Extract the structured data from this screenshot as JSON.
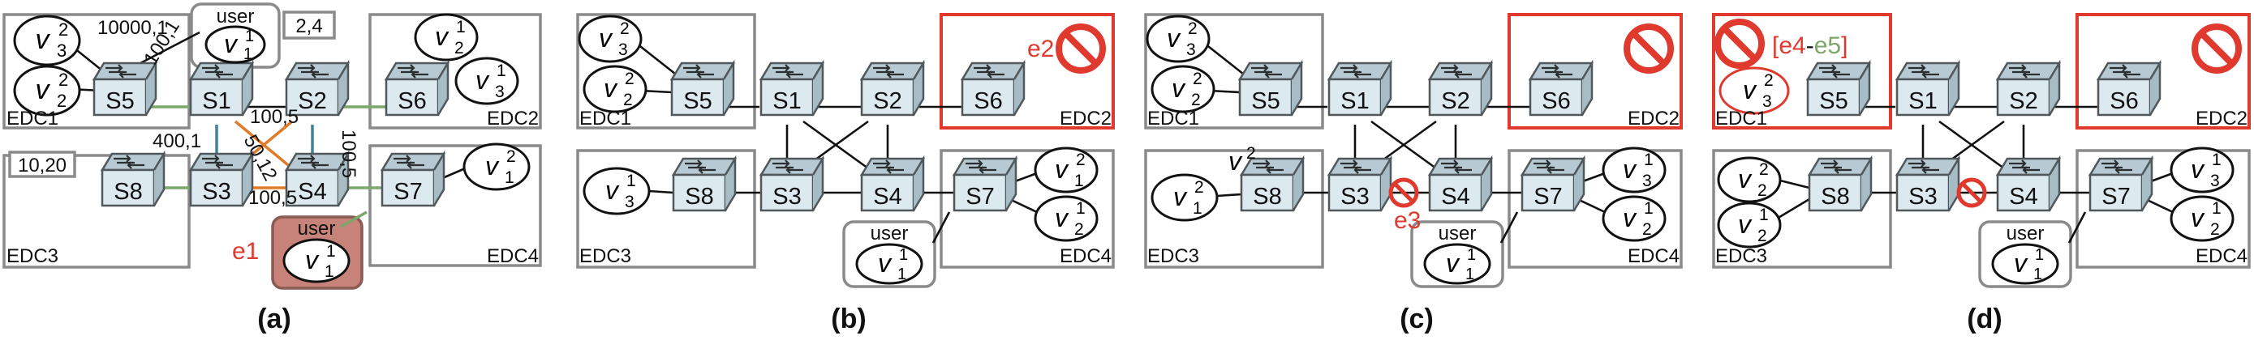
{
  "colors": {
    "failure_red": "#e03a2f",
    "highlight_user": "#c7837a",
    "link_blue": "#3d8594",
    "link_orange": "#e07b2a",
    "link_green": "#7da66a"
  },
  "panels": [
    {
      "caption": "(a)",
      "edcs": [
        {
          "label": "EDC1",
          "failed": false
        },
        {
          "label": "EDC2",
          "failed": false
        },
        {
          "label": "EDC3",
          "failed": false
        },
        {
          "label": "EDC4",
          "failed": false
        }
      ],
      "switches": [
        "S5",
        "S1",
        "S2",
        "S6",
        "S8",
        "S3",
        "S4",
        "S7"
      ],
      "vms": [
        {
          "v": "v",
          "sup": "2",
          "sub": "3"
        },
        {
          "v": "v",
          "sup": "2",
          "sub": "2"
        },
        {
          "v": "v",
          "sup": "1",
          "sub": "2"
        },
        {
          "v": "v",
          "sup": "1",
          "sub": "3"
        },
        {
          "v": "v",
          "sup": "2",
          "sub": "1"
        }
      ],
      "user": {
        "label": "user",
        "v": "v",
        "sup": "1",
        "sub": "1"
      },
      "user2": {
        "label": "user",
        "v": "v",
        "sup": "1",
        "sub": "1"
      },
      "boxes": [
        "2,4",
        "10,20"
      ],
      "link_labels": [
        "10000,1",
        "100,1",
        "100,5",
        "400,1",
        "50,12",
        "100,5",
        "100,5"
      ],
      "events": [
        "e1"
      ]
    },
    {
      "caption": "(b)",
      "edcs": [
        {
          "label": "EDC1",
          "failed": false
        },
        {
          "label": "EDC2",
          "failed": true
        },
        {
          "label": "EDC3",
          "failed": false
        },
        {
          "label": "EDC4",
          "failed": false
        }
      ],
      "switches": [
        "S5",
        "S1",
        "S2",
        "S6",
        "S8",
        "S3",
        "S4",
        "S7"
      ],
      "vms": [
        {
          "v": "v",
          "sup": "2",
          "sub": "3"
        },
        {
          "v": "v",
          "sup": "2",
          "sub": "2"
        },
        {
          "v": "v",
          "sup": "1",
          "sub": "3"
        },
        {
          "v": "v",
          "sup": "2",
          "sub": "1"
        },
        {
          "v": "v",
          "sup": "1",
          "sub": "2"
        }
      ],
      "user": {
        "label": "user",
        "v": "v",
        "sup": "1",
        "sub": "1"
      },
      "events": [
        "e2"
      ]
    },
    {
      "caption": "(c)",
      "edcs": [
        {
          "label": "EDC1",
          "failed": false
        },
        {
          "label": "EDC2",
          "failed": true
        },
        {
          "label": "EDC3",
          "failed": false
        },
        {
          "label": "EDC4",
          "failed": false
        }
      ],
      "switches": [
        "S5",
        "S1",
        "S2",
        "S6",
        "S8",
        "S3",
        "S4",
        "S7"
      ],
      "vms": [
        {
          "v": "v",
          "sup": "2",
          "sub": "3"
        },
        {
          "v": "v",
          "sup": "2",
          "sub": "2"
        },
        {
          "v": "v",
          "sup": "2",
          "sub": "1"
        },
        {
          "v": "v",
          "sup": "1",
          "sub": "3"
        },
        {
          "v": "v",
          "sup": "1",
          "sub": "2"
        }
      ],
      "extra_vm": {
        "v": "v",
        "sup": "2",
        "sub": ""
      },
      "user": {
        "label": "user",
        "v": "v",
        "sup": "1",
        "sub": "1"
      },
      "events": [
        "e3"
      ]
    },
    {
      "caption": "(d)",
      "edcs": [
        {
          "label": "EDC1",
          "failed": true
        },
        {
          "label": "EDC2",
          "failed": true
        },
        {
          "label": "EDC3",
          "failed": false
        },
        {
          "label": "EDC4",
          "failed": false
        }
      ],
      "switches": [
        "S5",
        "S1",
        "S2",
        "S6",
        "S8",
        "S3",
        "S4",
        "S7"
      ],
      "vms": [
        {
          "v": "v",
          "sup": "2",
          "sub": "3"
        },
        {
          "v": "v",
          "sup": "2",
          "sub": "2"
        },
        {
          "v": "v",
          "sup": "1",
          "sub": "2"
        },
        {
          "v": "v",
          "sup": "1",
          "sub": "3"
        },
        {
          "v": "v",
          "sup": "1",
          "sub": "2"
        }
      ],
      "user": {
        "label": "user",
        "v": "v",
        "sup": "1",
        "sub": "1"
      },
      "events": {
        "open": "[",
        "e4": "e4",
        "dash": "-",
        "e5": "e5",
        "close": "]"
      }
    }
  ]
}
